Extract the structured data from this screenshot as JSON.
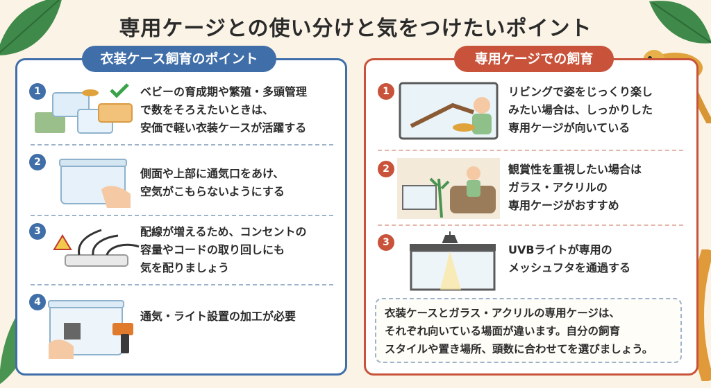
{
  "title": "専用ケージとの使い分けと気をつけたいポイント",
  "left_panel": {
    "heading": "衣装ケース飼育のポイント",
    "items": [
      {
        "number": "1",
        "lines": [
          "ベビーの育成期や繁殖・多頭管理",
          "で数をそろえたいときは、",
          "安価で軽い衣装ケースが活躍する"
        ]
      },
      {
        "number": "2",
        "lines": [
          "側面や上部に通気口をあけ、",
          "空気がこもらないようにする"
        ]
      },
      {
        "number": "3",
        "lines": [
          "配線が増えるため、コンセントの",
          "容量やコードの取り回しにも",
          "気を配りましょう"
        ]
      },
      {
        "number": "4",
        "lines": [
          "通気・ライト設置の加工が必要"
        ]
      }
    ]
  },
  "right_panel": {
    "heading": "専用ケージでの飼育",
    "items": [
      {
        "number": "1",
        "lines": [
          "リビングで姿をじっくり楽し",
          "みたい場合は、しっかりした",
          "専用ケージが向いている"
        ]
      },
      {
        "number": "2",
        "lines": [
          "観賞性を重視したい場合は",
          "ガラス・アクリルの",
          "専用ケージがおすすめ"
        ]
      },
      {
        "number": "3",
        "lines": [
          "UVBライトが専用の",
          "メッシュフタを通過する"
        ]
      }
    ],
    "note": [
      "衣装ケースとガラス・アクリルの専用ケージは、",
      "それぞれ向いている場面が違います。自分の飼育",
      "スタイルや置き場所、頭数に合わせてを選びましょう。"
    ]
  },
  "colors": {
    "blue": "#3f6ea8",
    "red": "#c8533a",
    "background": "#fbf4e6"
  },
  "icons": [
    "check-icon",
    "warning-icon",
    "leaf-icon",
    "lizard-icon"
  ]
}
